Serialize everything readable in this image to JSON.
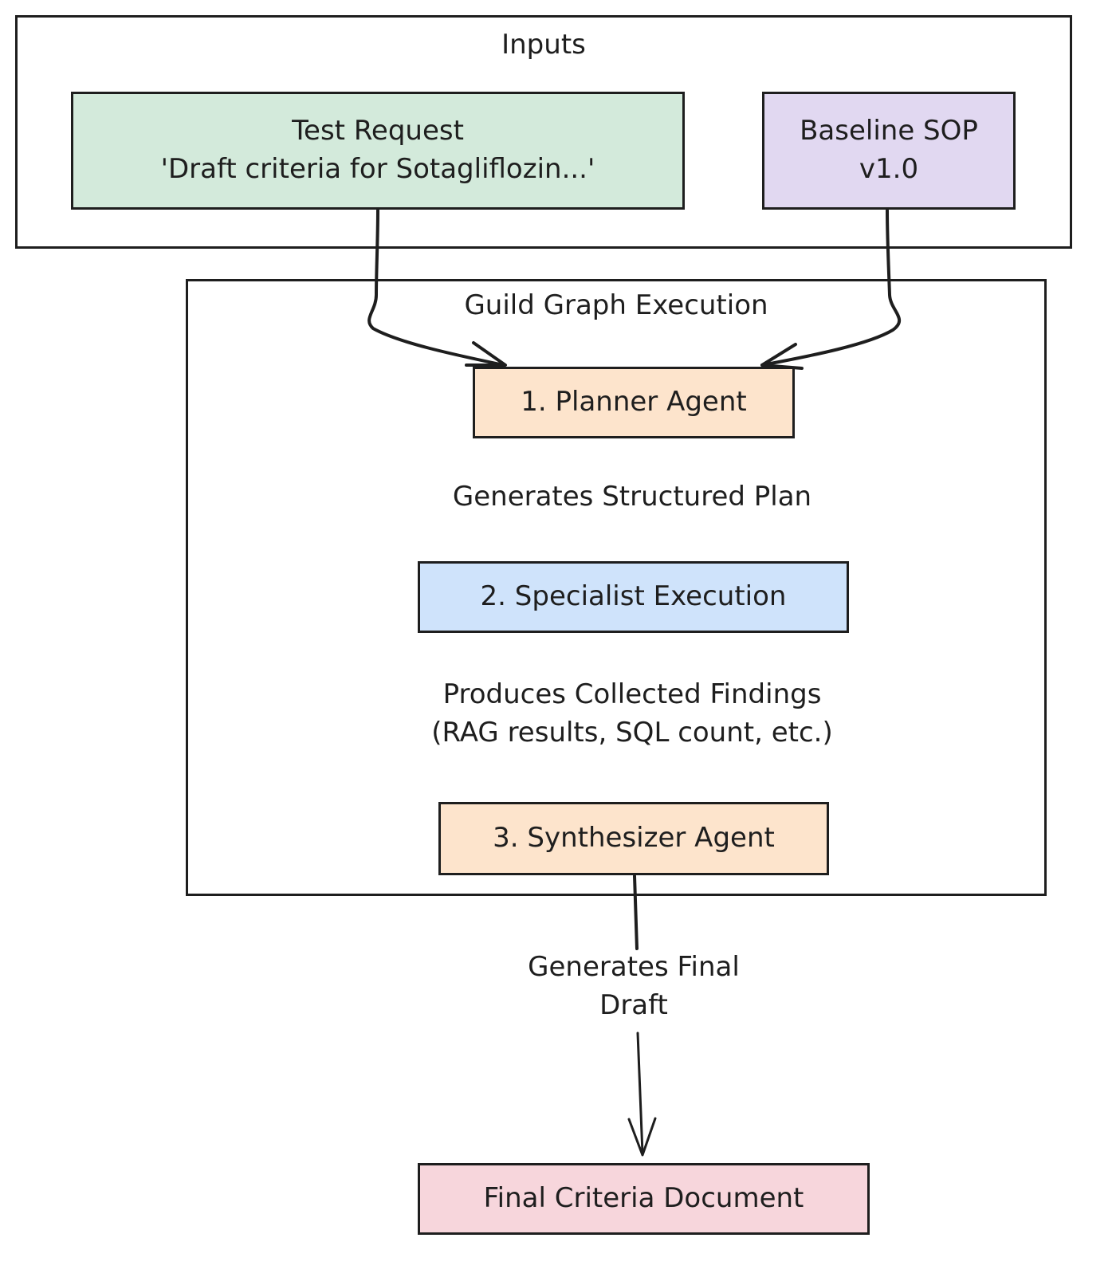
{
  "inputs_group": {
    "title": "Inputs",
    "test_request": {
      "line1": "Test Request",
      "line2": "'Draft criteria for Sotagliflozin...'",
      "fill": "#d3eadb"
    },
    "baseline_sop": {
      "line1": "Baseline SOP",
      "line2": "v1.0",
      "fill": "#e1d8f1"
    }
  },
  "execution_group": {
    "title": "Guild Graph Execution",
    "planner": {
      "label": "1. Planner Agent",
      "fill": "#fde4cc"
    },
    "plan_note": "Generates Structured Plan",
    "specialist": {
      "label": "2. Specialist Execution",
      "fill": "#cfe3fb"
    },
    "findings_note": {
      "line1": "Produces Collected Findings",
      "line2": "(RAG results, SQL count, etc.)"
    },
    "synthesizer": {
      "label": "3. Synthesizer Agent",
      "fill": "#fde4cc"
    }
  },
  "final_edge_label": {
    "line1": "Generates Final",
    "line2": "Draft"
  },
  "final_document": {
    "label": "Final Criteria Document",
    "fill": "#f7d6dc"
  },
  "edges": [
    {
      "from": "Test Request",
      "to": "1. Planner Agent"
    },
    {
      "from": "Baseline SOP v1.0",
      "to": "1. Planner Agent"
    },
    {
      "from": "3. Synthesizer Agent",
      "to": "Final Criteria Document",
      "label": "Generates Final Draft"
    }
  ]
}
